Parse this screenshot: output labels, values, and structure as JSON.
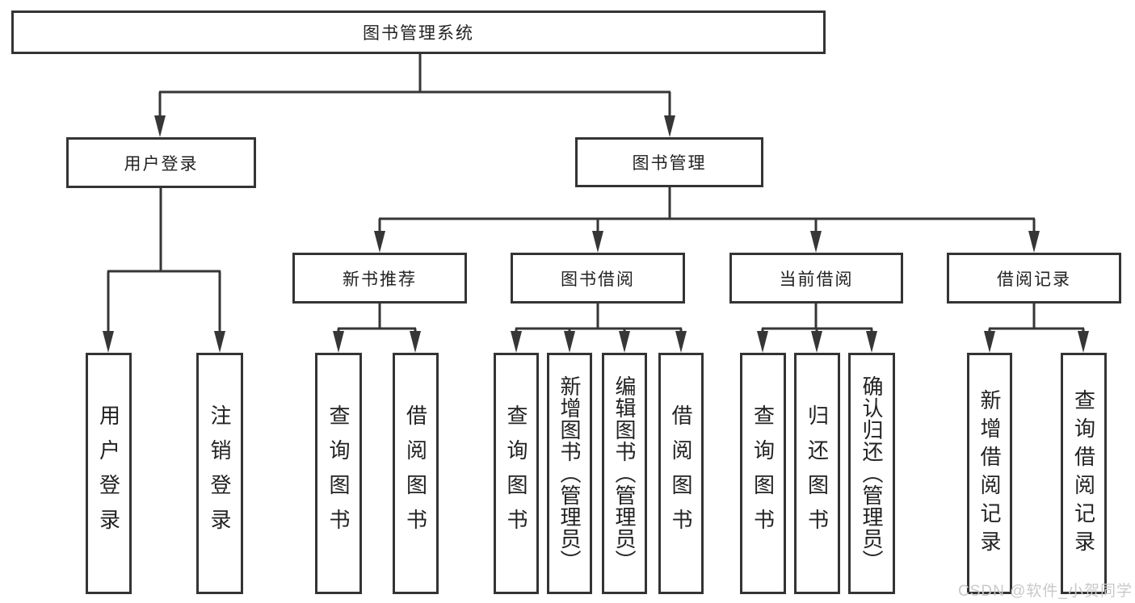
{
  "diagram": {
    "type": "hierarchy",
    "tree": {
      "label": "图书管理系统",
      "children": [
        {
          "label": "用户登录",
          "children": [
            {
              "label": "用户登录"
            },
            {
              "label": "注销登录"
            }
          ]
        },
        {
          "label": "图书管理",
          "children": [
            {
              "label": "新书推荐",
              "children": [
                {
                  "label": "查询图书"
                },
                {
                  "label": "借阅图书"
                }
              ]
            },
            {
              "label": "图书借阅",
              "children": [
                {
                  "label": "查询图书"
                },
                {
                  "label": "新增图书（管理员）"
                },
                {
                  "label": "编辑图书（管理员）"
                },
                {
                  "label": "借阅图书"
                }
              ]
            },
            {
              "label": "当前借阅",
              "children": [
                {
                  "label": "查询图书"
                },
                {
                  "label": "归还图书"
                },
                {
                  "label": "确认归还（管理员）"
                }
              ]
            },
            {
              "label": "借阅记录",
              "children": [
                {
                  "label": "新增借阅记录"
                },
                {
                  "label": "查询借阅记录"
                }
              ]
            }
          ]
        }
      ]
    },
    "colors": {
      "line": "#363636",
      "border": "#343434",
      "text": "#222222",
      "background": "#ffffff",
      "watermark": "#c9c9c9"
    }
  },
  "watermark": {
    "text": "CSDN @软件_小贺同学"
  }
}
